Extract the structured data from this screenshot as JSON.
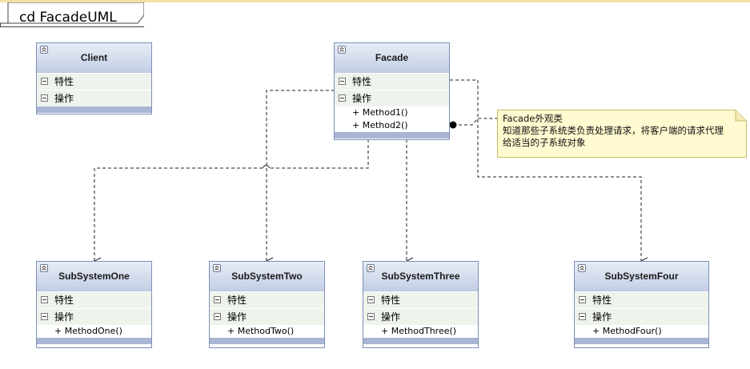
{
  "diagram": {
    "frame_label": "cd FacadeUML",
    "section_labels": {
      "attributes": "特性",
      "operations": "操作"
    },
    "classes": {
      "client": {
        "name": "Client",
        "methods": []
      },
      "facade": {
        "name": "Facade",
        "methods": [
          "+ Method1()",
          "+ Method2()"
        ]
      },
      "subsystem_one": {
        "name": "SubSystemOne",
        "methods": [
          "+ MethodOne()"
        ]
      },
      "subsystem_two": {
        "name": "SubSystemTwo",
        "methods": [
          "+ MethodTwo()"
        ]
      },
      "subsystem_three": {
        "name": "SubSystemThree",
        "methods": [
          "+ MethodThree()"
        ]
      },
      "subsystem_four": {
        "name": "SubSystemFour",
        "methods": [
          "+ MethodFour()"
        ]
      }
    },
    "note": {
      "lines": [
        "Facade外观类",
        "知道那些子系统类负责处理请求，将客户端的请求代理",
        "给适当的子系统对象"
      ]
    },
    "colors": {
      "header_gradient_top": "#e8edf6",
      "header_gradient_bottom": "#c3cee5",
      "border": "#7d8fb8",
      "section_bg": "#eef3ec",
      "footer": "#a9b5d3",
      "note_bg": "#fffad0",
      "note_border": "#c9bb6a"
    }
  }
}
